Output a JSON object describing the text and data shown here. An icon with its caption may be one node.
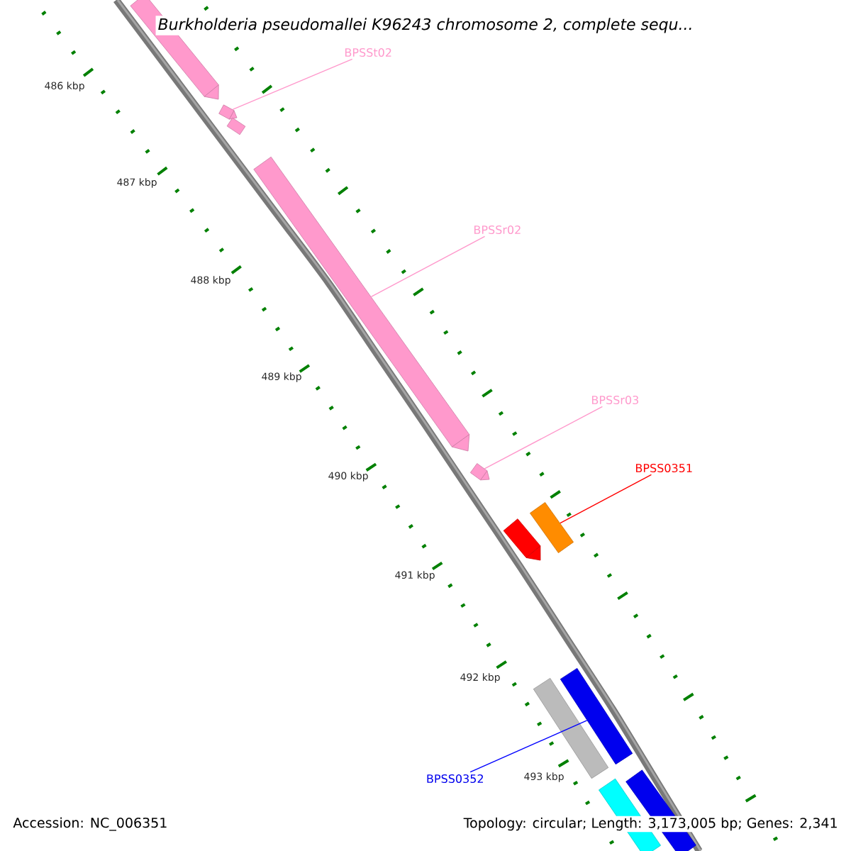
{
  "diagram": {
    "title": "Burkholderia pseudomallei K96243 chromosome 2, complete sequ...",
    "nodes": [
      {
        "text": [],
        "shape": "arrow"
      },
      {
        "text": [
          "BPSSt02"
        ]
      },
      {
        "text": [],
        "shape": "arrow"
      },
      {
        "text": [],
        "shape": "bar"
      },
      {
        "text": [
          "BPSSr02"
        ]
      },
      {
        "text": [],
        "shape": "arrow"
      },
      {
        "text": [
          "BPSSr03"
        ]
      },
      {
        "text": [],
        "shape": "arrow"
      },
      {
        "text": [
          "BPSS0351"
        ]
      },
      {
        "text": [],
        "shape": "bar"
      },
      {
        "text": [],
        "shape": "arrow"
      },
      {
        "text": [],
        "shape": "bar"
      },
      {
        "text": [],
        "shape": "bar"
      },
      {
        "text": [
          "BPSS0352"
        ]
      },
      {
        "text": [],
        "shape": "bar"
      },
      {
        "text": [],
        "shape": "bar"
      }
    ],
    "edges": [
      {
        "from": 1,
        "to": 2,
        "arrow": "none"
      },
      {
        "from": 4,
        "to": 5,
        "arrow": "none"
      },
      {
        "from": 6,
        "to": 7,
        "arrow": "none"
      },
      {
        "from": 8,
        "to": 9,
        "arrow": "none",
        "color": "#ff0000"
      },
      {
        "from": 13,
        "to": 12,
        "arrow": "none",
        "color": "#0000ff"
      }
    ],
    "labels": [
      "486 kbp",
      "487 kbp",
      "488 kbp",
      "489 kbp",
      "490 kbp",
      "491 kbp",
      "492 kbp",
      "493 kbp",
      "Accession: NC_006351",
      "Topology: circular; Length: 3,173,005 bp; Genes: 2,341"
    ]
  }
}
